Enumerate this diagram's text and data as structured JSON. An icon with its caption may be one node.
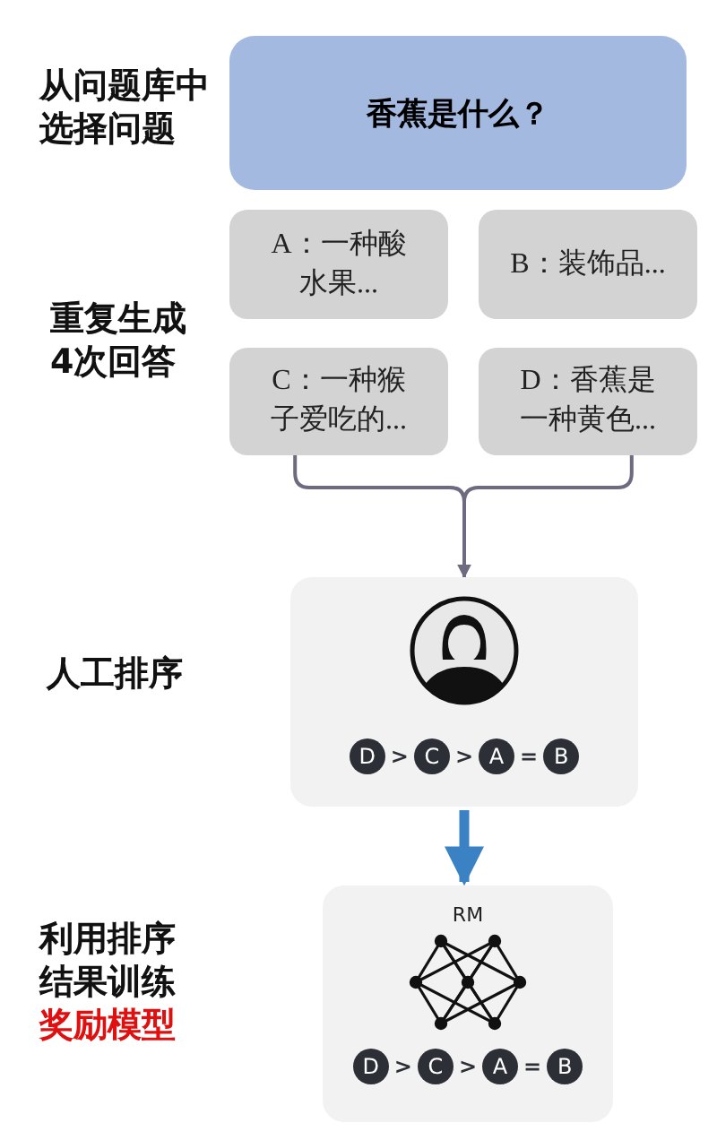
{
  "diagram": {
    "nodes": [
      {
        "text": [
          "香蕉是什么？"
        ]
      },
      {
        "text": [
          "A：一种酸水果..."
        ]
      },
      {
        "text": [
          "B：装饰品..."
        ]
      },
      {
        "text": [
          "C：一种猴子爱吃的..."
        ]
      },
      {
        "text": [
          "D：香蕉是一种黄色..."
        ]
      },
      {
        "text": [
          "D > C > A = B"
        ]
      },
      {
        "text": [
          "RM",
          "D > C > A = B"
        ]
      }
    ],
    "edges": [
      {
        "from": 3,
        "to": 5,
        "arrow": "to"
      },
      {
        "from": 4,
        "to": 5,
        "arrow": "to"
      },
      {
        "from": 5,
        "to": 6,
        "arrow": "to",
        "style": "thick",
        "color": "#3b82c4"
      }
    ],
    "labels": [
      "从问题库中选择问题",
      "重复生成4次回答",
      "人工排序",
      "利用排序结果训练",
      "奖励模型"
    ]
  }
}
